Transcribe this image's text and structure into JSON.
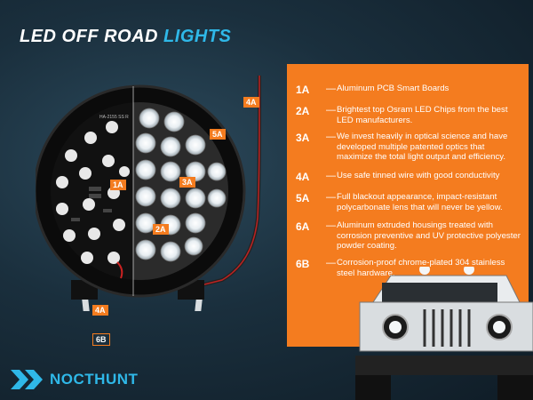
{
  "header": {
    "title_prefix": "LED OFF ROAD ",
    "title_accent": "LIGHTS"
  },
  "features": [
    {
      "code": "1A",
      "text": "Aluminum PCB Smart Boards"
    },
    {
      "code": "2A",
      "text": "Brightest top Osram LED Chips from the best LED manufacturers."
    },
    {
      "code": "3A",
      "text": "We invest heavily in optical science and have developed multiple patented optics that maximize the total light output and efficiency."
    },
    {
      "code": "4A",
      "text": "Use safe tinned wire with good conductivity"
    },
    {
      "code": "5A",
      "text": "Full blackout appearance, impact-resistant polycarbonate lens that will never be yellow."
    },
    {
      "code": "6A",
      "text": "Aluminum extruded housings treated with corrosion preventive and UV protective polyester powder coating."
    },
    {
      "code": "6B",
      "text": "Corrosion-proof chrome-plated 304 stainless steel hardware."
    }
  ],
  "callouts": {
    "c1a": "1A",
    "c2a": "2A",
    "c3a": "3A",
    "c4a_top": "4A",
    "c4a_bottom": "4A",
    "c5a": "5A",
    "c6b": "6B"
  },
  "pcb_label": "HA-2155 SS R",
  "brand": {
    "name": "NOCTHUNT"
  },
  "colors": {
    "accent_orange": "#f47c1f",
    "accent_blue": "#2fb8e8",
    "background": "#1a2f3d"
  }
}
